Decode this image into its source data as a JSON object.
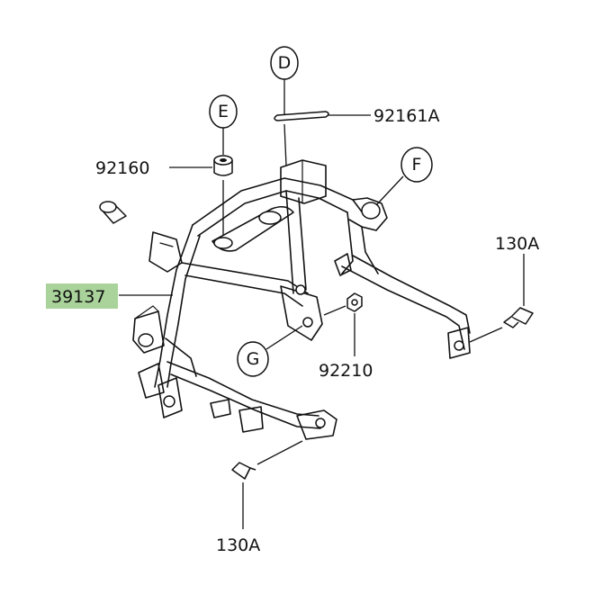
{
  "callouts": {
    "D": "D",
    "E": "E",
    "F": "F",
    "G": "G"
  },
  "part_numbers": {
    "p92161a": "92161A",
    "p92160": "92160",
    "p130a_right": "130A",
    "p39137": "39137",
    "p92210": "92210",
    "p130a_bottom": "130A"
  },
  "colors": {
    "highlight": "#a9d39a",
    "ink": "#111111"
  }
}
